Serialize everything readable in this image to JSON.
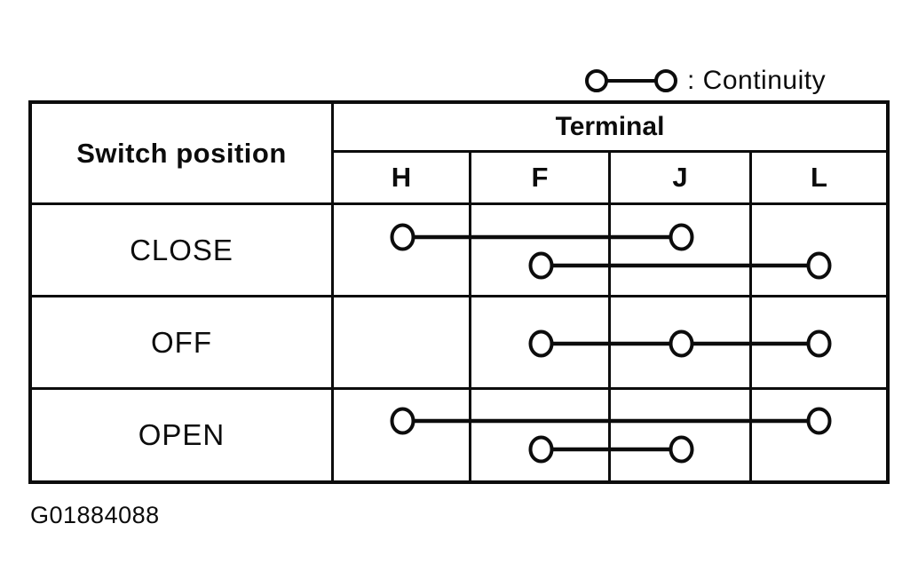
{
  "legend": {
    "label": ": Continuity"
  },
  "figure_id": "G01884088",
  "table": {
    "switch_position_header": "Switch position",
    "terminal_header": "Terminal",
    "terminals": [
      "H",
      "F",
      "J",
      "L"
    ],
    "rows": [
      {
        "label": "CLOSE",
        "connections": [
          [
            "H",
            "J"
          ],
          [
            "F",
            "L"
          ]
        ]
      },
      {
        "label": "OFF",
        "connections": [
          [
            "F",
            "J",
            "L"
          ]
        ]
      },
      {
        "label": "OPEN",
        "connections": [
          [
            "H",
            "L"
          ],
          [
            "F",
            "J"
          ]
        ]
      }
    ]
  }
}
